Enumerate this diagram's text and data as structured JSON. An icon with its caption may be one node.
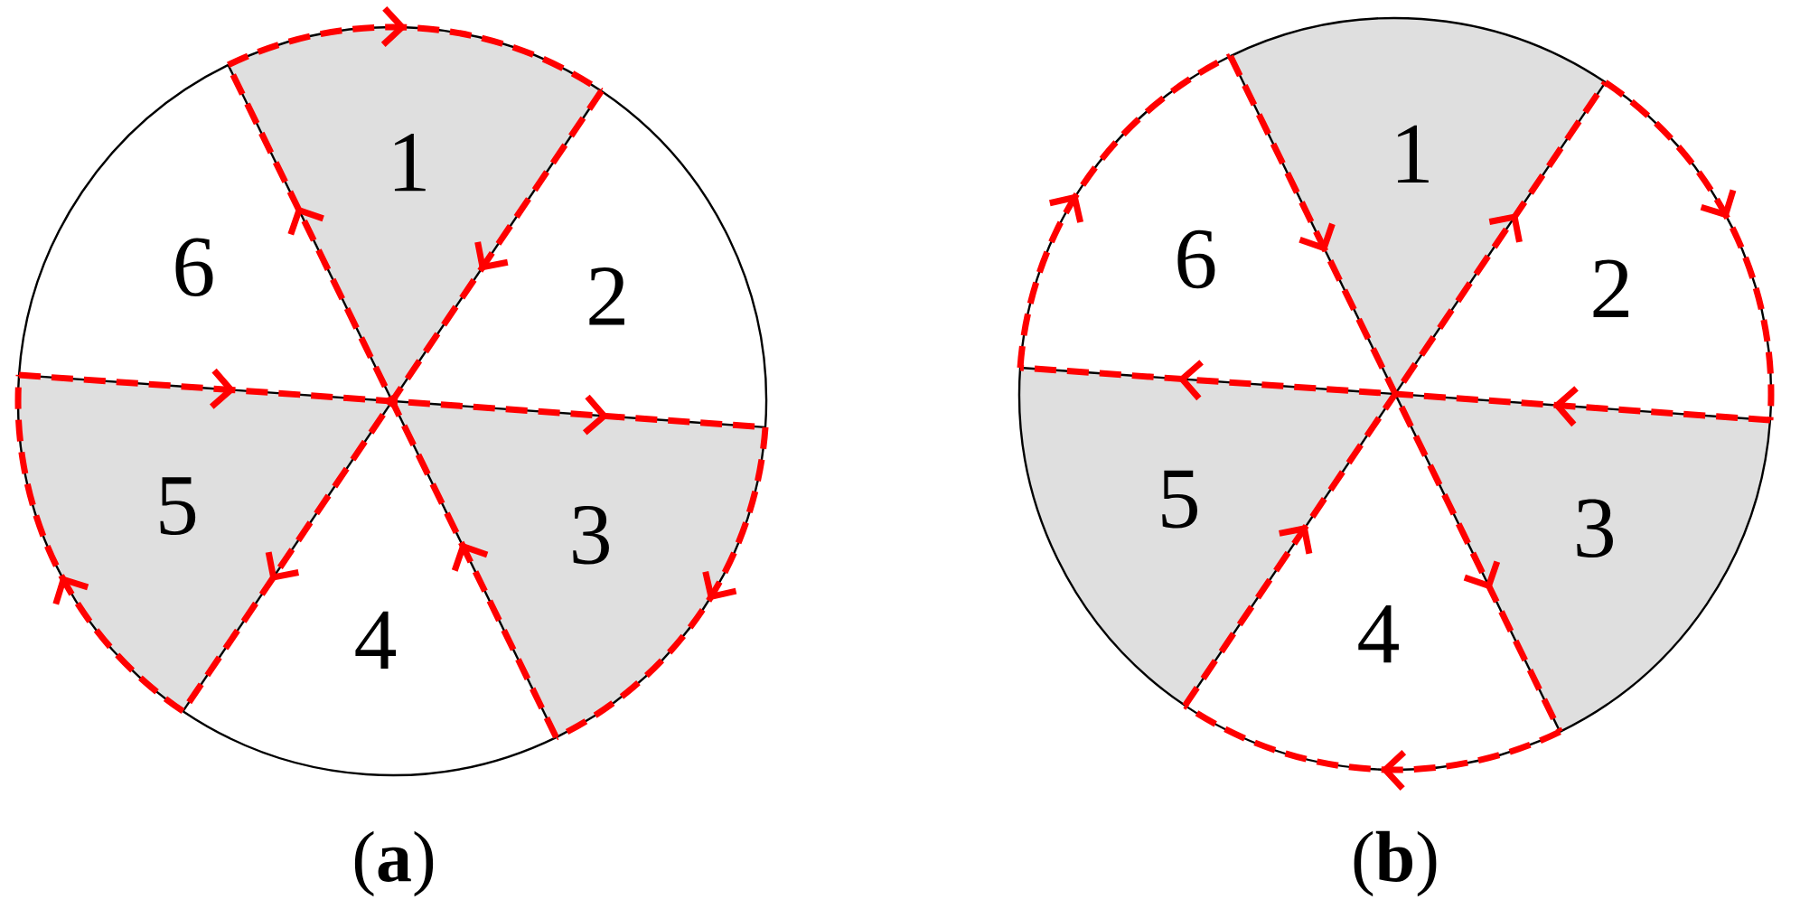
{
  "diagram": {
    "nodes": [
      {
        "text": [
          "1"
        ]
      },
      {
        "text": [
          "2"
        ]
      },
      {
        "text": [
          "3"
        ]
      },
      {
        "text": [
          "4"
        ]
      },
      {
        "text": [
          "5"
        ]
      },
      {
        "text": [
          "6"
        ]
      },
      {
        "text": [
          "1"
        ]
      },
      {
        "text": [
          "2"
        ]
      },
      {
        "text": [
          "3"
        ]
      },
      {
        "text": [
          "4"
        ]
      },
      {
        "text": [
          "5"
        ]
      },
      {
        "text": [
          "6"
        ]
      }
    ],
    "labels": [
      "(**a**)",
      "(**b**)"
    ]
  }
}
